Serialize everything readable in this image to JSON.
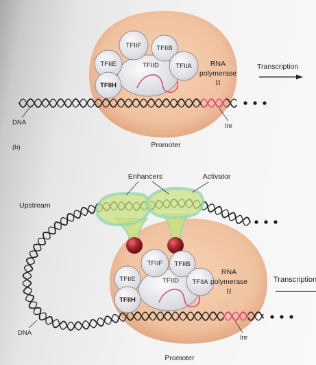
{
  "panel_a": {
    "factors": {
      "tfiif": "TFIIF",
      "tfiib": "TFIIB",
      "tfiie": "TFIIE",
      "tfiid": "TFIID",
      "tfiia": "TFIIA",
      "tfiih": "TFIIH"
    },
    "polymerase": {
      "line1": "RNA",
      "line2": "polymerase",
      "line3": "II"
    },
    "transcription": "Transcription",
    "dna": "DNA",
    "inr": "Inr",
    "promoter": "Promoter"
  },
  "panel_b": {
    "letter": "(b)",
    "enhancers": "Enhancers",
    "activator": "Activator",
    "upstream": "Upstream",
    "factors": {
      "tfiif": "TFIIF",
      "tfiib": "TFIIB",
      "tfiie": "TFIIE",
      "tfiid": "TFIID",
      "tfiia": "TFIIA",
      "tfiih": "TFIIH"
    },
    "polymerase": {
      "line1": "RNA",
      "line2": "polymerase",
      "line3": "II"
    },
    "transcription": "Transcription",
    "dna": "DNA",
    "inr": "Inr",
    "promoter": "Promoter"
  },
  "colors": {
    "complex": "#f0c29f",
    "factor": "#e4e4ea",
    "dna": "#222222",
    "initiator": "#d93f82",
    "activator": "#c9e07e",
    "activator_glow": "#97d6b6",
    "activator_head": "#a3222c"
  }
}
